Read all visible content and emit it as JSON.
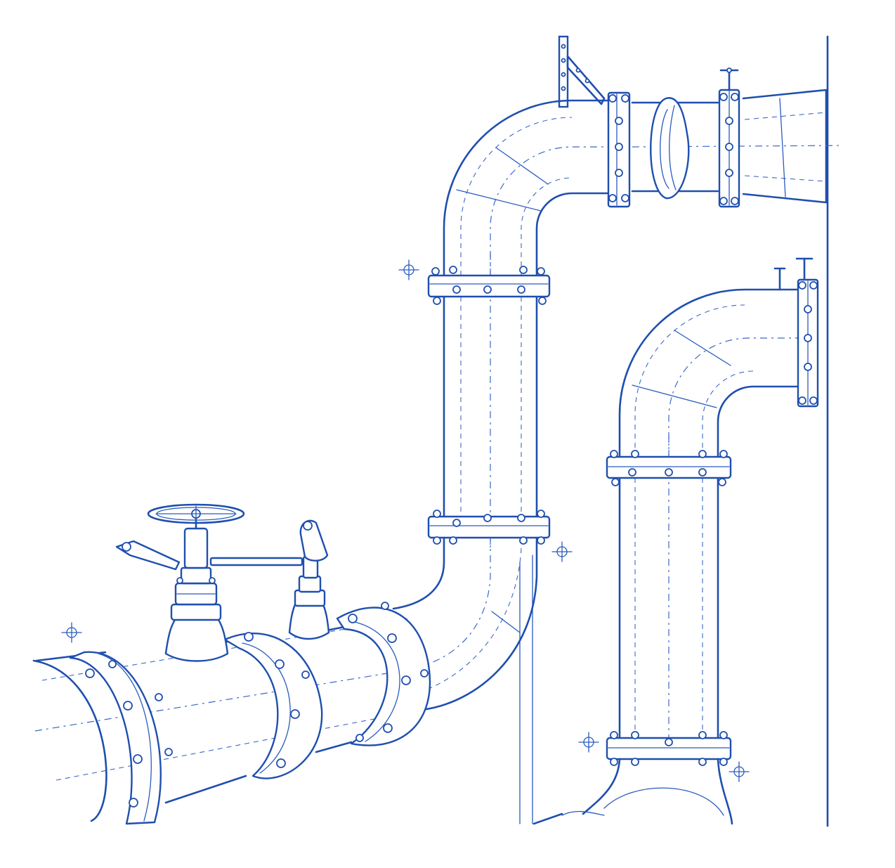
{
  "drawing": {
    "style": "blueprint line drawing",
    "line_color": "#1f4fae",
    "background_color": "#ffffff",
    "components": [
      "pipe",
      "flange",
      "elbow",
      "gate-valve",
      "handwheel",
      "lever-valve",
      "wall-bracket",
      "wall-line",
      "crosshair-mark"
    ]
  }
}
